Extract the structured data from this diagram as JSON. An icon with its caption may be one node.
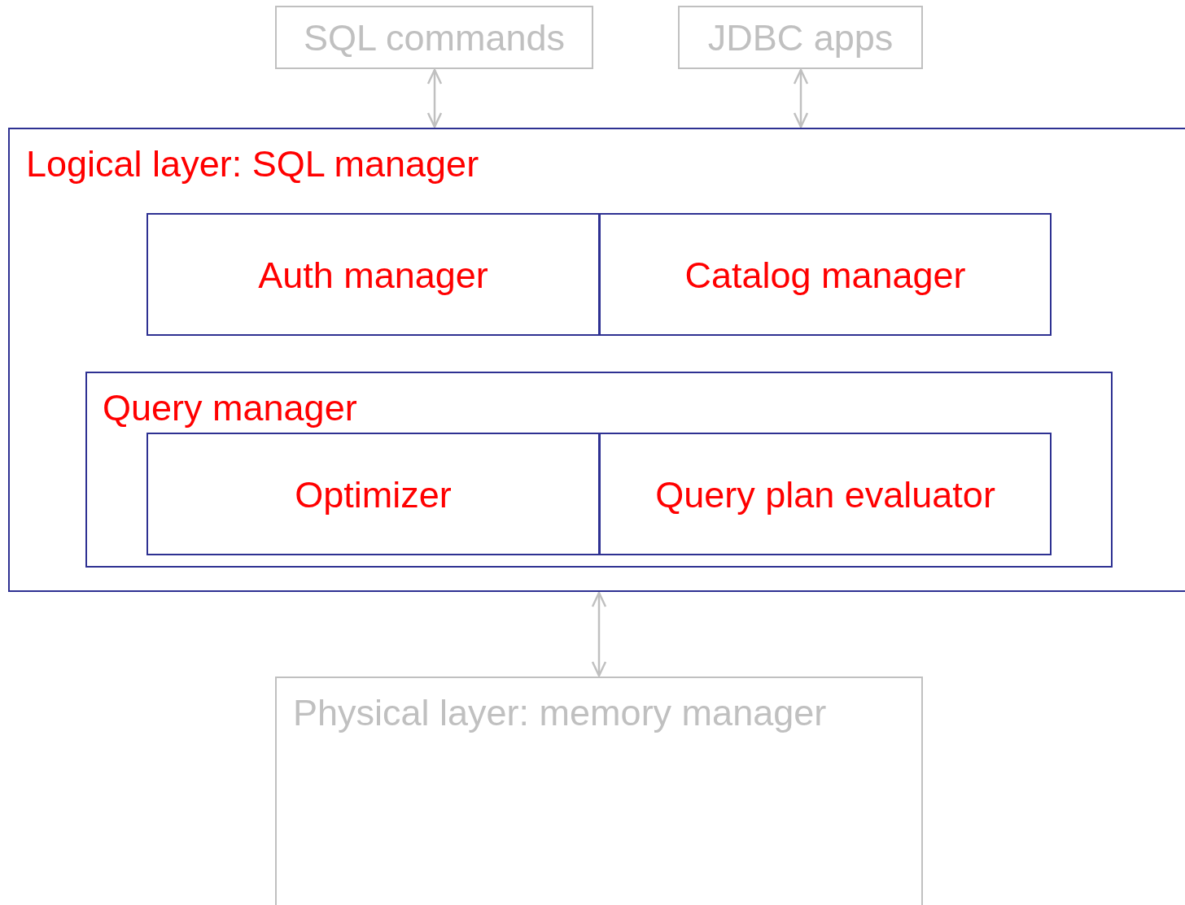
{
  "diagram": {
    "nodes": [
      {
        "text": [
          "SQL commands"
        ]
      },
      {
        "text": [
          "JDBC apps"
        ]
      },
      {
        "text": [
          "Logical layer: SQL manager"
        ]
      },
      {
        "text": [
          "Auth manager"
        ],
        "in": 2
      },
      {
        "text": [
          "Catalog manager"
        ],
        "in": 2
      },
      {
        "text": [
          "Query manager"
        ],
        "in": 2
      },
      {
        "text": [
          "Optimizer"
        ],
        "in": 5
      },
      {
        "text": [
          "Query plan evaluator"
        ],
        "in": 5
      },
      {
        "text": [
          "Physical layer: memory manager"
        ]
      }
    ],
    "edges": [
      {
        "from": 0,
        "to": 2,
        "arrow": "both"
      },
      {
        "from": 1,
        "to": 2,
        "arrow": "both"
      },
      {
        "from": 2,
        "to": 8,
        "arrow": "both"
      }
    ]
  }
}
